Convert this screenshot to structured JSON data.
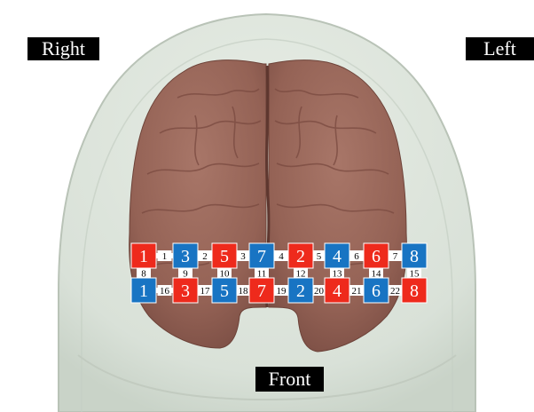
{
  "labels": {
    "right": "Right",
    "left": "Left",
    "front": "Front"
  },
  "colors": {
    "source": "#ee2a1c",
    "detector": "#1874c3",
    "head": "#dde5dc",
    "brain": "#9a6a5e",
    "background": "#ffffff"
  },
  "optodes": {
    "top_row": [
      {
        "label": "1",
        "type": "source"
      },
      {
        "label": "3",
        "type": "detector"
      },
      {
        "label": "5",
        "type": "source"
      },
      {
        "label": "7",
        "type": "detector"
      },
      {
        "label": "2",
        "type": "source"
      },
      {
        "label": "4",
        "type": "detector"
      },
      {
        "label": "6",
        "type": "source"
      },
      {
        "label": "8",
        "type": "detector"
      }
    ],
    "bottom_row": [
      {
        "label": "1",
        "type": "detector"
      },
      {
        "label": "3",
        "type": "source"
      },
      {
        "label": "5",
        "type": "detector"
      },
      {
        "label": "7",
        "type": "source"
      },
      {
        "label": "2",
        "type": "detector"
      },
      {
        "label": "4",
        "type": "source"
      },
      {
        "label": "6",
        "type": "detector"
      },
      {
        "label": "8",
        "type": "source"
      }
    ]
  },
  "channels": {
    "top_horizontal": [
      "1",
      "2",
      "3",
      "4",
      "5",
      "6",
      "7"
    ],
    "vertical": [
      "8",
      "9",
      "10",
      "11",
      "12",
      "13",
      "14",
      "15"
    ],
    "bottom_horizontal": [
      "16",
      "17",
      "18",
      "19",
      "20",
      "21",
      "22"
    ]
  }
}
